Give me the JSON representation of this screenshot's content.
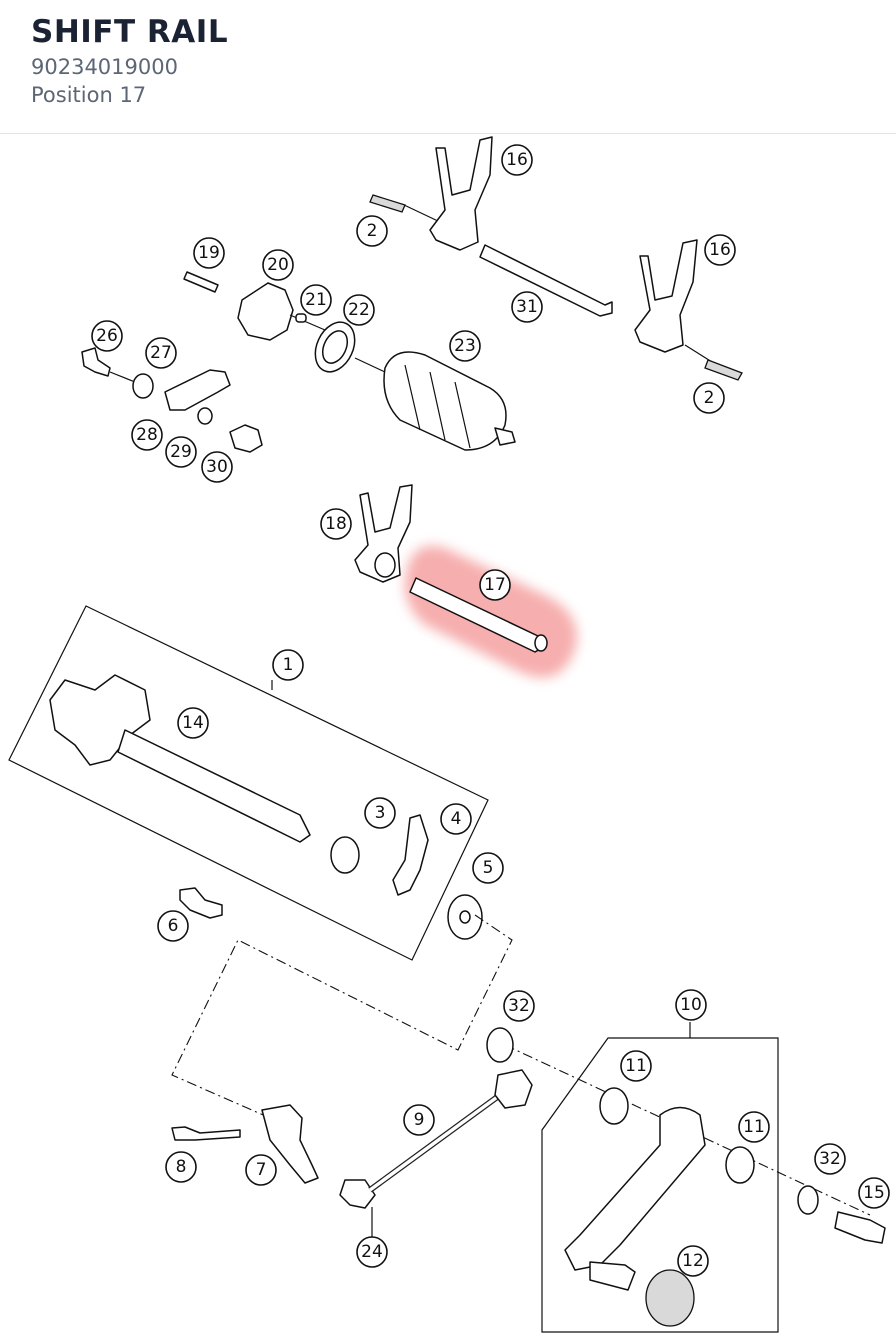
{
  "header": {
    "title": "SHIFT RAIL",
    "part_number": "90234019000",
    "position": "Position 17"
  },
  "highlight": {
    "callout": "17",
    "color": "#f5a0a0"
  },
  "callouts": [
    "16",
    "2",
    "19",
    "20",
    "21",
    "22",
    "31",
    "16",
    "26",
    "27",
    "23",
    "2",
    "28",
    "29",
    "30",
    "18",
    "17",
    "1",
    "14",
    "3",
    "4",
    "5",
    "6",
    "32",
    "10",
    "11",
    "9",
    "11",
    "32",
    "15",
    "8",
    "7",
    "24",
    "12"
  ]
}
